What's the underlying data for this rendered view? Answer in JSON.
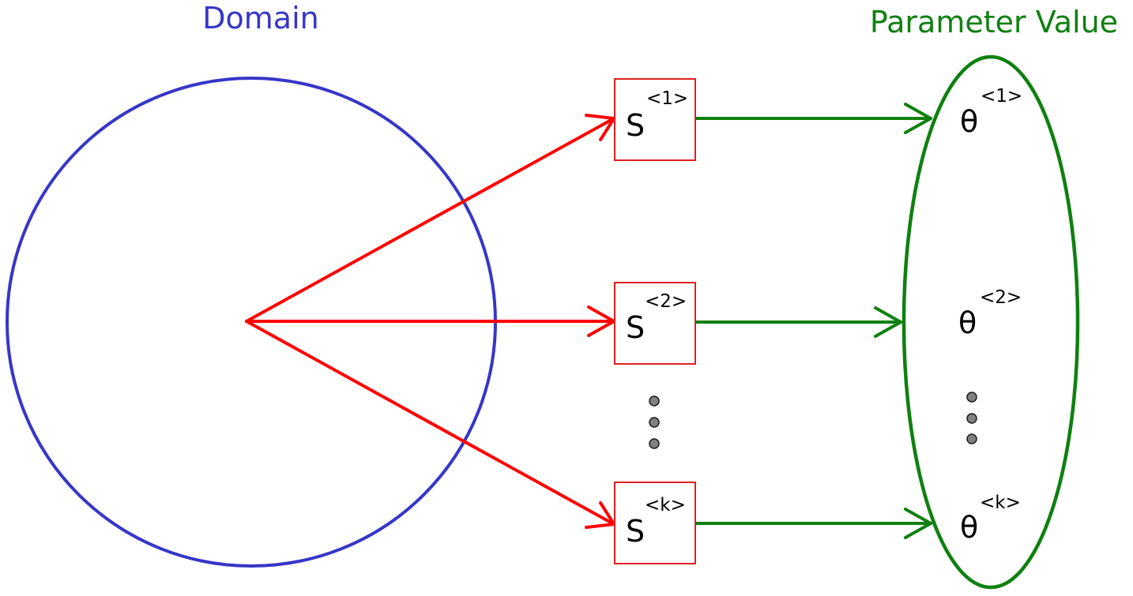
{
  "domain_label": "Domain",
  "parameter_label": "Parameter Value",
  "samples": [
    {
      "symbol": "S",
      "index": "<1>"
    },
    {
      "symbol": "S",
      "index": "<2>"
    },
    {
      "symbol": "S",
      "index": "<k>"
    }
  ],
  "parameters": [
    {
      "symbol": "θ",
      "index": "<1>"
    },
    {
      "symbol": "θ",
      "index": "<2>"
    },
    {
      "symbol": "θ",
      "index": "<k>"
    }
  ],
  "colors": {
    "domain": "#3636c8",
    "sampling_arrows": "#ff0000",
    "sample_boxes": "#e02020",
    "estimation_arrows": "#0f8010",
    "parameter_set": "#0f8010",
    "ellipsis_dots": "#808080"
  }
}
